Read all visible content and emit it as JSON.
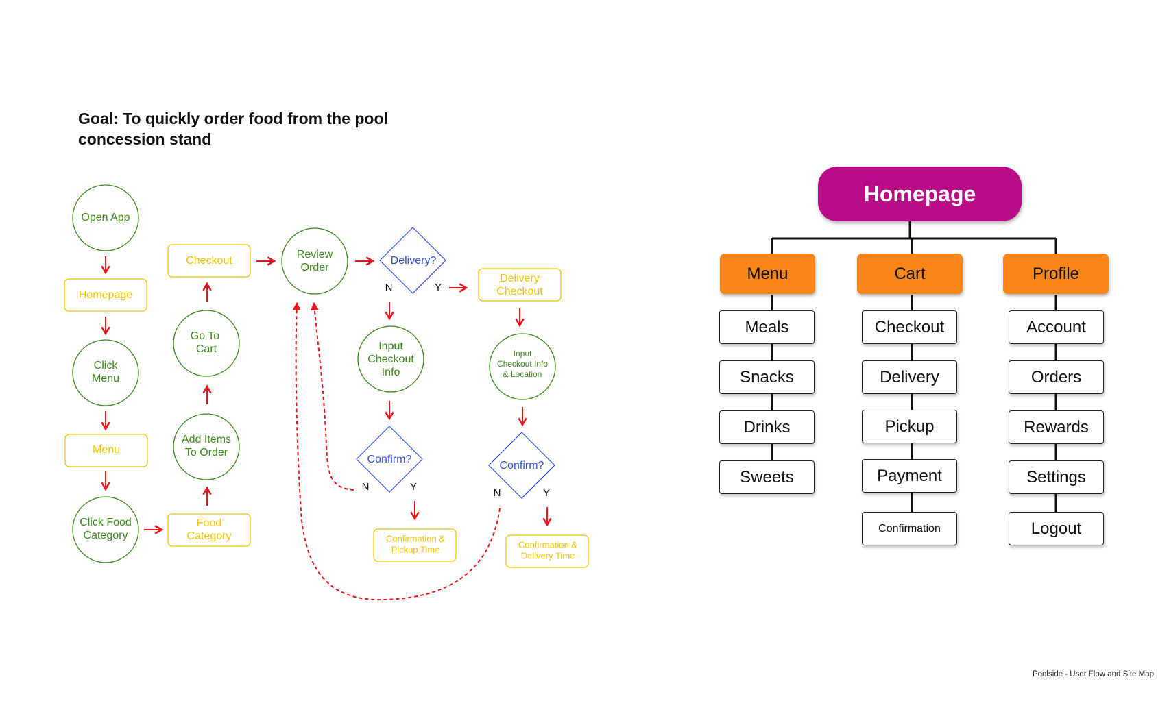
{
  "goal_title": "Goal: To quickly order food from the pool concession stand",
  "footer_caption": "Poolside - User Flow and Site Map",
  "colors": {
    "action_circle": "#3a8a1a",
    "screen_box": "#f5c400",
    "decision": "#2f4fe0",
    "arrow": "#e8141a",
    "sitemap_root": "#b80d86",
    "sitemap_category": "#f9861a"
  },
  "user_flow": {
    "nodes": {
      "open_app": "Open App",
      "homepage": "Homepage",
      "click_menu": [
        "Click",
        "Menu"
      ],
      "menu": "Menu",
      "click_food_category": [
        "Click Food",
        "Category"
      ],
      "food_category": [
        "Food",
        "Category"
      ],
      "add_items": [
        "Add Items",
        "To Order"
      ],
      "go_to_cart": [
        "Go To",
        "Cart"
      ],
      "checkout": "Checkout",
      "review_order": [
        "Review",
        "Order"
      ],
      "delivery_decision": "Delivery?",
      "input_checkout_info": [
        "Input",
        "Checkout",
        "Info"
      ],
      "confirm_pickup": "Confirm?",
      "confirmation_pickup": [
        "Confirmation &",
        "Pickup Time"
      ],
      "delivery_checkout": [
        "Delivery",
        "Checkout"
      ],
      "input_checkout_location": [
        "Input",
        "Checkout Info",
        "& Location"
      ],
      "confirm_delivery": "Confirm?",
      "confirmation_delivery": [
        "Confirmation &",
        "Delivery Time"
      ]
    },
    "labels": {
      "no": "N",
      "yes": "Y"
    }
  },
  "site_map": {
    "root": "Homepage",
    "categories": [
      {
        "label": "Menu",
        "children": [
          "Meals",
          "Snacks",
          "Drinks",
          "Sweets"
        ]
      },
      {
        "label": "Cart",
        "children": [
          "Checkout",
          "Delivery",
          "Pickup",
          "Payment",
          "Confirmation"
        ]
      },
      {
        "label": "Profile",
        "children": [
          "Account",
          "Orders",
          "Rewards",
          "Settings",
          "Logout"
        ]
      }
    ]
  }
}
